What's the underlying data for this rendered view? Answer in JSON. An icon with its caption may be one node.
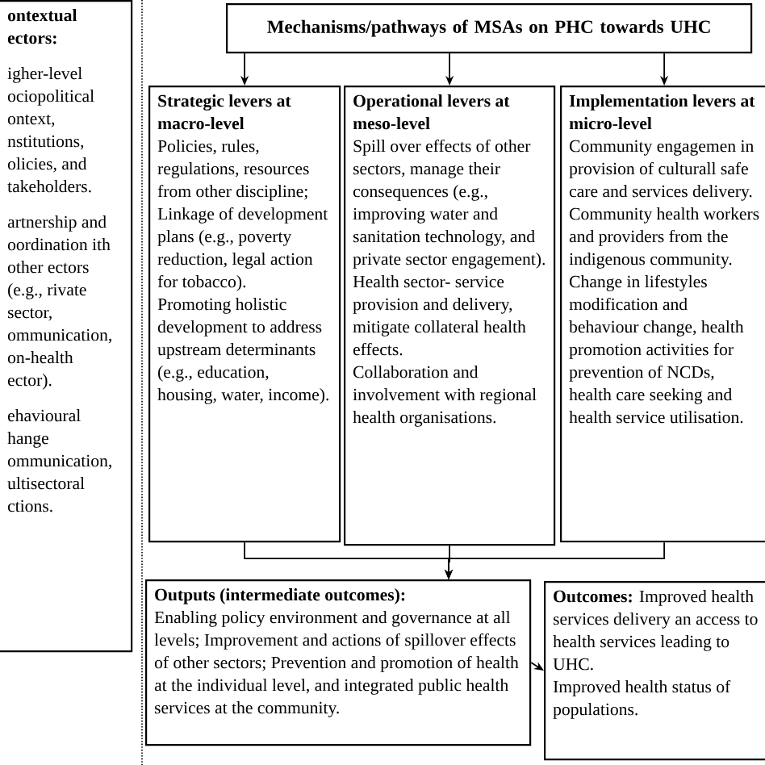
{
  "diagram": {
    "nodes": [
      {
        "text": [
          "ontextual ectors:",
          "igher-level ociopolitical ontext, nstitutions, olicies, and takeholders.",
          "artnership and oordination ith other ectors (e.g., rivate sector, ommunication, on-health ector).",
          "ehavioural hange ommunication, ultisectoral ctions."
        ]
      },
      {
        "text": [
          "Mechanisms/pathways of MSAs on PHC towards UHC"
        ]
      },
      {
        "text": [
          "Strategic levers at macro-level",
          "Policies, rules, regulations, resources from other discipline;",
          "Linkage of development plans (e.g., poverty reduction, legal action for tobacco).",
          "Promoting holistic development to address upstream determinants (e.g., education, housing, water, income)."
        ]
      },
      {
        "text": [
          "Operational levers at meso-level",
          "Spill over effects of other sectors, manage their consequences (e.g., improving water and sanitation technology, and private sector engagement). Health sector- service provision and delivery, mitigate collateral health effects.",
          "Collaboration and involvement with regional health organisations."
        ]
      },
      {
        "text": [
          "Implementation levers at micro-level",
          "Community engagemen in provision of culturall safe care and services delivery.",
          "Community health workers and providers from the indigenous community.",
          "Change in lifestyles modification and behaviour change, health promotion activities for prevention of NCDs, health care seeking and health service utilisation."
        ]
      },
      {
        "text": [
          "Outputs (intermediate outcomes):",
          "Enabling policy environment and governance at all levels; Improvement and actions of spillover effects of other sectors; Prevention and promotion of health at the individual level, and integrated public health services at the community."
        ]
      },
      {
        "text": [
          "**Outcomes:** Improved health services delivery an access to health services leading to UHC.",
          "Improved health status of populations."
        ]
      }
    ],
    "edges": [
      {
        "from": 1,
        "to": 2,
        "arrow": "to"
      },
      {
        "from": 1,
        "to": 3,
        "arrow": "to"
      },
      {
        "from": 1,
        "to": 4,
        "arrow": "to"
      },
      {
        "from": 2,
        "to": 5,
        "arrow": "to"
      },
      {
        "from": 3,
        "to": 5,
        "arrow": "to"
      },
      {
        "from": 4,
        "to": 5,
        "arrow": "to"
      },
      {
        "from": 5,
        "to": 6,
        "arrow": "to"
      }
    ]
  }
}
